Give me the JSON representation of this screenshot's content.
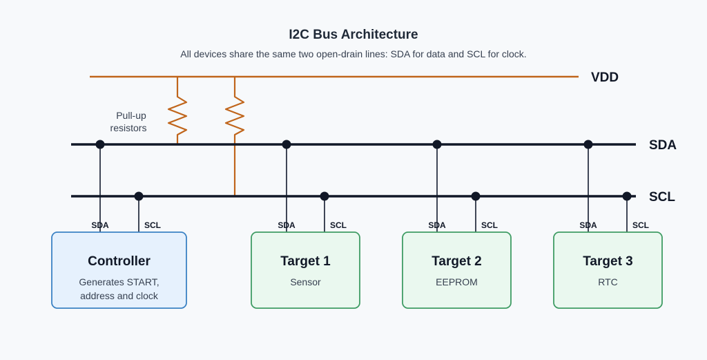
{
  "header": {
    "title": "I2C Bus Architecture",
    "subtitle": "All devices share the same two open-drain lines: SDA for data and SCL for clock."
  },
  "rails": {
    "vdd": "VDD",
    "sda": "SDA",
    "scl": "SCL"
  },
  "pullup_note": [
    "Pull-up",
    "resistors"
  ],
  "colors": {
    "vdd": "#c0651b",
    "bus": "#111827",
    "wire": "#3f4656",
    "controller_fill": "#e6f1fd",
    "controller_stroke": "#3b82c4",
    "target_fill": "#eaf8ef",
    "target_stroke": "#3f9c64"
  },
  "devices": [
    {
      "name": "Controller",
      "desc": [
        "Generates START,",
        "address and clock"
      ],
      "sda_pin": "SDA",
      "scl_pin": "SCL"
    },
    {
      "name": "Target 1",
      "desc": [
        "Sensor"
      ],
      "sda_pin": "SDA",
      "scl_pin": "SCL"
    },
    {
      "name": "Target 2",
      "desc": [
        "EEPROM"
      ],
      "sda_pin": "SDA",
      "scl_pin": "SCL"
    },
    {
      "name": "Target 3",
      "desc": [
        "RTC"
      ],
      "sda_pin": "SDA",
      "scl_pin": "SCL"
    }
  ]
}
